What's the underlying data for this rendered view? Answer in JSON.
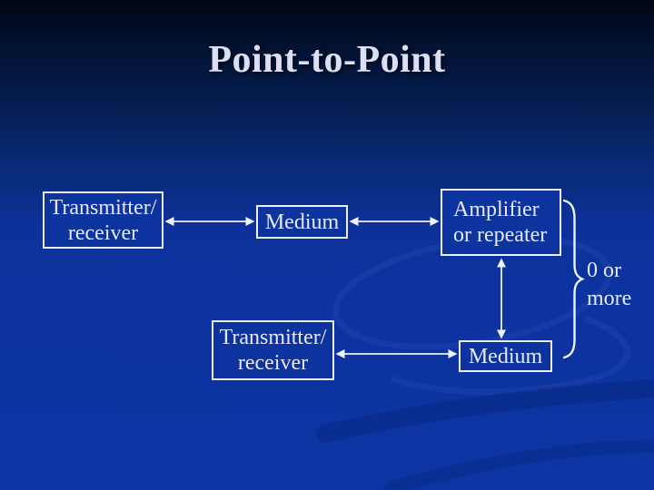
{
  "slide": {
    "title": "Point-to-Point",
    "brace_label": {
      "line1": "0 or",
      "line2": "more"
    }
  },
  "nodes": {
    "tx1": {
      "line1": "Transmitter/",
      "line2": "receiver"
    },
    "med1": {
      "label": "Medium"
    },
    "amp": {
      "line1": "Amplifier",
      "line2": "or repeater"
    },
    "tx2": {
      "line1": "Transmitter/",
      "line2": "receiver"
    },
    "med2": {
      "label": "Medium"
    }
  },
  "colors": {
    "background_top": "#010714",
    "background_main": "#0c34a3",
    "box_fill": "#0d339e",
    "box_border": "#eef0fc",
    "text": "#e8eafb",
    "title_text": "#dcdef2",
    "connector": "#eef0fc",
    "swirl_light": "#1e44ae",
    "swirl_dark": "#082a84"
  }
}
